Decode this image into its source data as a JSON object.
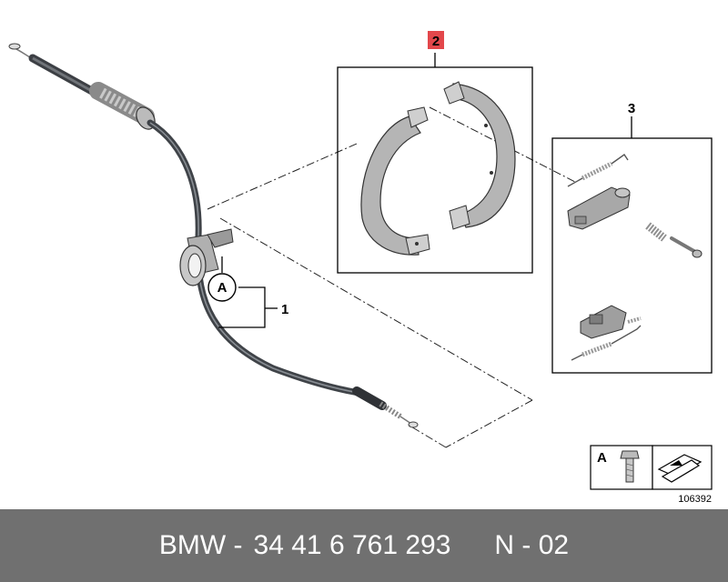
{
  "diagram": {
    "callouts": {
      "item_1": "1",
      "item_2": "2",
      "item_3": "3",
      "marker_a": "A"
    },
    "legend": {
      "marker": "A"
    },
    "image_number": "106392",
    "colors": {
      "highlight": "#e3474b",
      "footer_bg": "#707070",
      "part_fill": "#b5b5b5",
      "cable": "#4a4f55"
    }
  },
  "footer": {
    "brand": "BMW -",
    "part_number": "34 41 6 761 293",
    "variant": "N - 02"
  }
}
